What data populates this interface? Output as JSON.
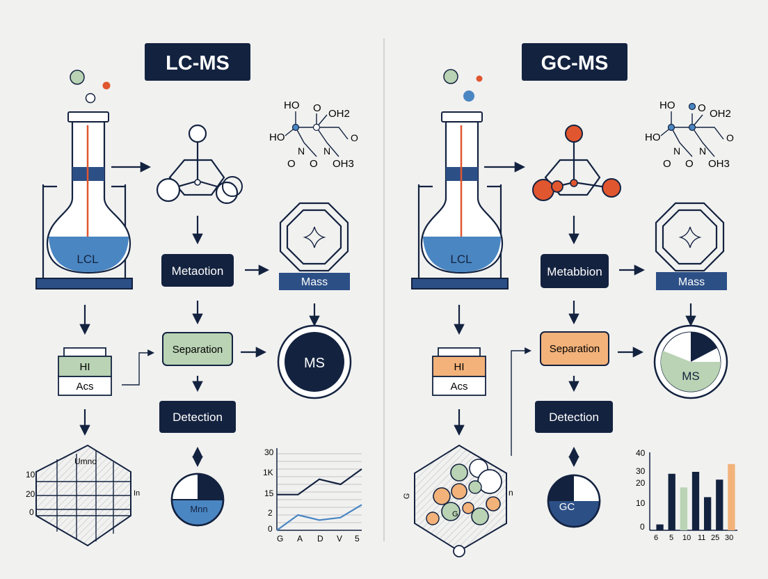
{
  "colors": {
    "navy": "#13223f",
    "blue": "#4a86c2",
    "orange_red": "#e0562f",
    "sage": "#b9d3b4",
    "peach": "#f2b27a",
    "background": "#f1f1f0"
  },
  "lc": {
    "title": "LC-MS",
    "flask_label": "LCL",
    "step_metabolite": "Metaotion",
    "step_mass": "Mass",
    "step_separation": "Separation",
    "step_detection": "Detection",
    "ms_circle": "MS",
    "sample_top": "HI",
    "sample_bottom": "Acs",
    "pie_label": "Mnn",
    "molecule": {
      "ho_1": "HO",
      "ho_2": "HO",
      "oh2": "OH2",
      "o_1": "O",
      "o_2": "O",
      "o_3": "O",
      "oh3": "OH3",
      "n_1": "N",
      "n_2": "N",
      "o_4": "O"
    },
    "grid": {
      "title": "Umno",
      "ticks": [
        "10",
        "20",
        "0"
      ],
      "side": "In"
    },
    "line_chart": {
      "y_ticks": [
        "30",
        "1K",
        "15",
        "2",
        "0"
      ],
      "x_ticks": [
        "G",
        "A",
        "D",
        "V",
        "5"
      ]
    }
  },
  "gc": {
    "title": "GC-MS",
    "flask_label": "LCL",
    "step_metabolite": "Metabbion",
    "step_mass": "Mass",
    "step_separation": "Separation",
    "step_detection": "Detection",
    "ms_circle": "MS",
    "sample_top": "HI",
    "sample_bottom": "Acs",
    "pie_label": "GC",
    "molecule": {
      "ho_1": "HO",
      "ho_2": "HO",
      "oh2": "OH2",
      "o_1": "O",
      "o_2": "O",
      "o_3": "O",
      "oh3": "OH3",
      "n_1": "N",
      "n_2": "N",
      "o_4": "O"
    },
    "hex_labels": {
      "left": "G",
      "right": "n",
      "inner": "G"
    },
    "bar_chart": {
      "y_ticks": [
        "40",
        "30",
        "20",
        "10",
        "0"
      ],
      "x_ticks": [
        "6",
        "5",
        "10",
        "11",
        "25",
        "30"
      ]
    }
  },
  "chart_data": [
    {
      "type": "line",
      "x": [
        "G",
        "A",
        "D",
        "V",
        "5"
      ],
      "ylim": [
        0,
        30
      ],
      "series": [
        {
          "values": [
            14,
            14,
            20,
            18,
            24
          ]
        },
        {
          "values": [
            0,
            6,
            4,
            5,
            10
          ]
        }
      ]
    },
    {
      "type": "bar",
      "categories": [
        "6",
        "5",
        "10",
        "11",
        "25",
        "30"
      ],
      "ylim": [
        0,
        40
      ],
      "values": [
        3,
        29,
        22,
        30,
        17,
        26,
        34
      ],
      "bar_colors": [
        "#13223f",
        "#13223f",
        "#b9d3b4",
        "#13223f",
        "#13223f",
        "#13223f",
        "#f2b27a"
      ]
    }
  ]
}
